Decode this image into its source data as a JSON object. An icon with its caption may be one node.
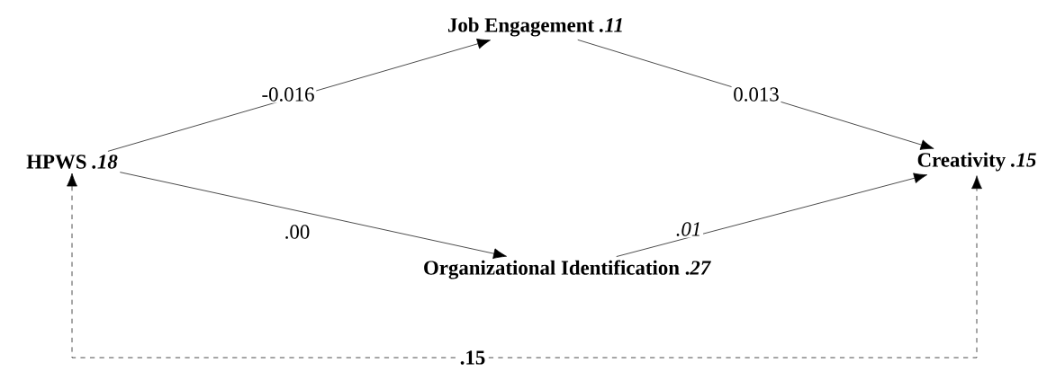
{
  "diagram": {
    "nodes": [
      {
        "text": [
          "HPWS *.18*"
        ]
      },
      {
        "text": [
          "Job Engagement *.11*"
        ]
      },
      {
        "text": [
          "Creativity *.15*"
        ]
      },
      {
        "text": [
          "Organizational Identification .*27*"
        ]
      }
    ],
    "edges": [
      {
        "from": 0,
        "to": 1,
        "arrow": "to",
        "label": "-0.016"
      },
      {
        "from": 1,
        "to": 2,
        "arrow": "to",
        "label": "0.013"
      },
      {
        "from": 0,
        "to": 3,
        "arrow": "to",
        "label": ".00"
      },
      {
        "from": 3,
        "to": 2,
        "arrow": "to",
        "label": "*.01*"
      },
      {
        "from": 0,
        "to": 2,
        "arrow": "both",
        "label": ".15",
        "style": "dashed"
      }
    ]
  }
}
